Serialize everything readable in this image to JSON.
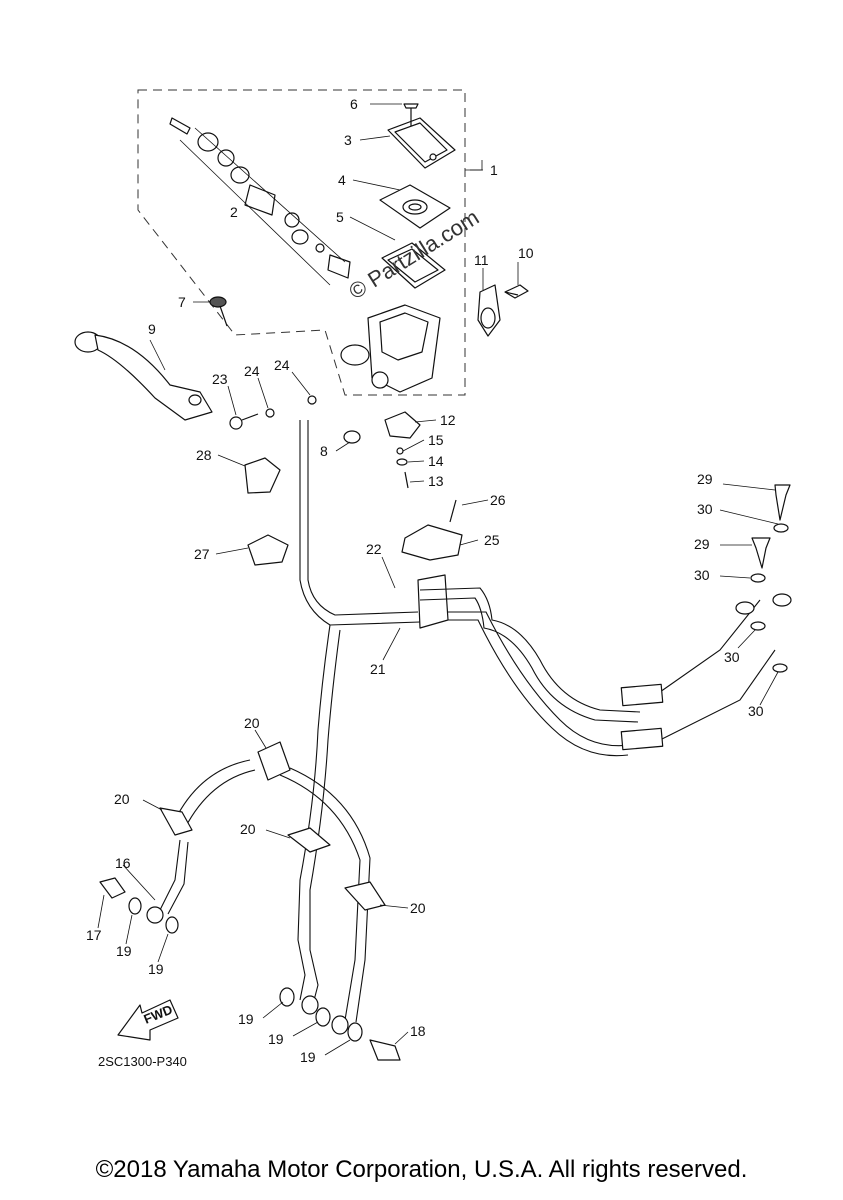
{
  "diagram": {
    "watermark": "© Partzilla.com",
    "drawing_code": "2SC1300-P340",
    "fwd_label": "FWD",
    "copyright": "©2018 Yamaha Motor Corporation, U.S.A. All rights reserved.",
    "callouts": {
      "c1": "1",
      "c2": "2",
      "c3": "3",
      "c4": "4",
      "c5": "5",
      "c6": "6",
      "c7": "7",
      "c8": "8",
      "c9": "9",
      "c10": "10",
      "c11": "11",
      "c12": "12",
      "c13": "13",
      "c14": "14",
      "c15": "15",
      "c16": "16",
      "c17": "17",
      "c18": "18",
      "c19a": "19",
      "c19b": "19",
      "c19c": "19",
      "c19d": "19",
      "c19e": "19",
      "c20a": "20",
      "c20b": "20",
      "c20c": "20",
      "c20d": "20",
      "c21": "21",
      "c22": "22",
      "c23": "23",
      "c24a": "24",
      "c24b": "24",
      "c25": "25",
      "c26": "26",
      "c27": "27",
      "c28": "28",
      "c29a": "29",
      "c29b": "29",
      "c30a": "30",
      "c30b": "30",
      "c30c": "30",
      "c30d": "30"
    }
  }
}
